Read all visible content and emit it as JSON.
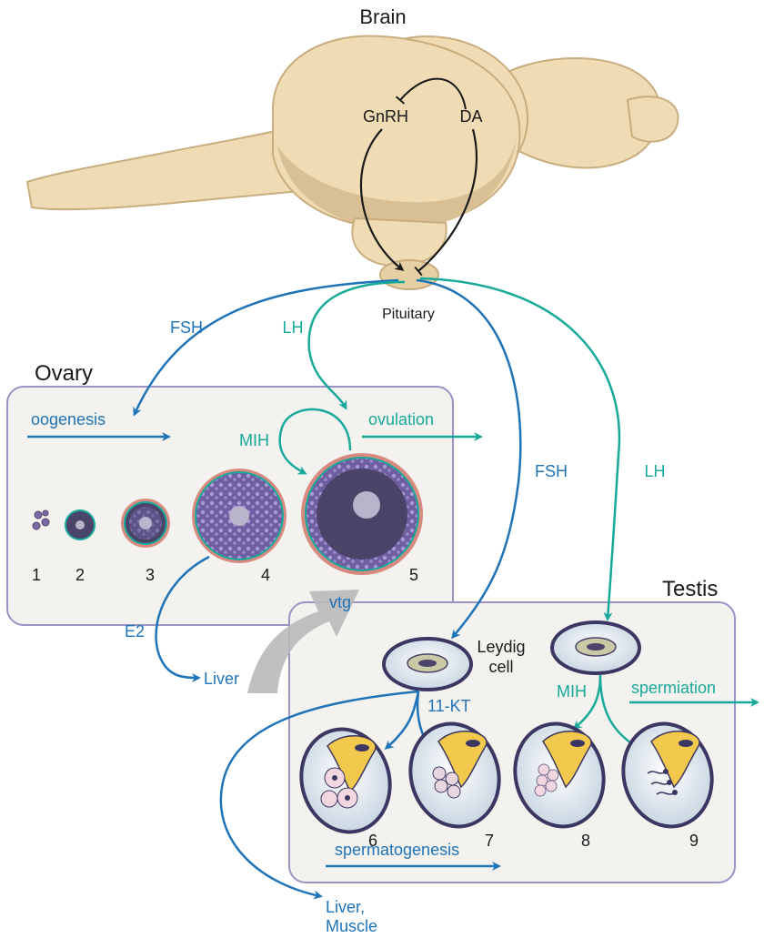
{
  "labels": {
    "brain": "Brain",
    "gnrh": "GnRH",
    "da": "DA",
    "pituitary": "Pituitary",
    "fsh_left": "FSH",
    "lh_left": "LH",
    "fsh_right": "FSH",
    "lh_right": "LH",
    "ovary": "Ovary",
    "oogenesis": "oogenesis",
    "ovulation": "ovulation",
    "mih_ovary": "MIH",
    "e2": "E2",
    "liver": "Liver",
    "vtg": "vtg",
    "testis": "Testis",
    "leydig_line1": "Leydig",
    "leydig_line2": "cell",
    "mih_testis": "MIH",
    "spermiation": "spermiation",
    "kt11": "11-KT",
    "spermatogenesis": "spermatogenesis",
    "liver_muscle_line1": "Liver,",
    "liver_muscle_line2": "Muscle"
  },
  "stages": {
    "oocyte": [
      "1",
      "2",
      "3",
      "4",
      "5"
    ],
    "sperm": [
      "6",
      "7",
      "8",
      "9"
    ]
  },
  "colors": {
    "blue": "#1f73b7",
    "teal": "#17a99a",
    "black": "#1a1a1a",
    "brain_fill": "#efdcb4",
    "brain_shade": "#d9bf94",
    "panel_fill": "#f4f2ee",
    "panel_border": "#9b93c6",
    "oocyte_dark": "#4a4469",
    "oocyte_rim": "#d98a80"
  }
}
